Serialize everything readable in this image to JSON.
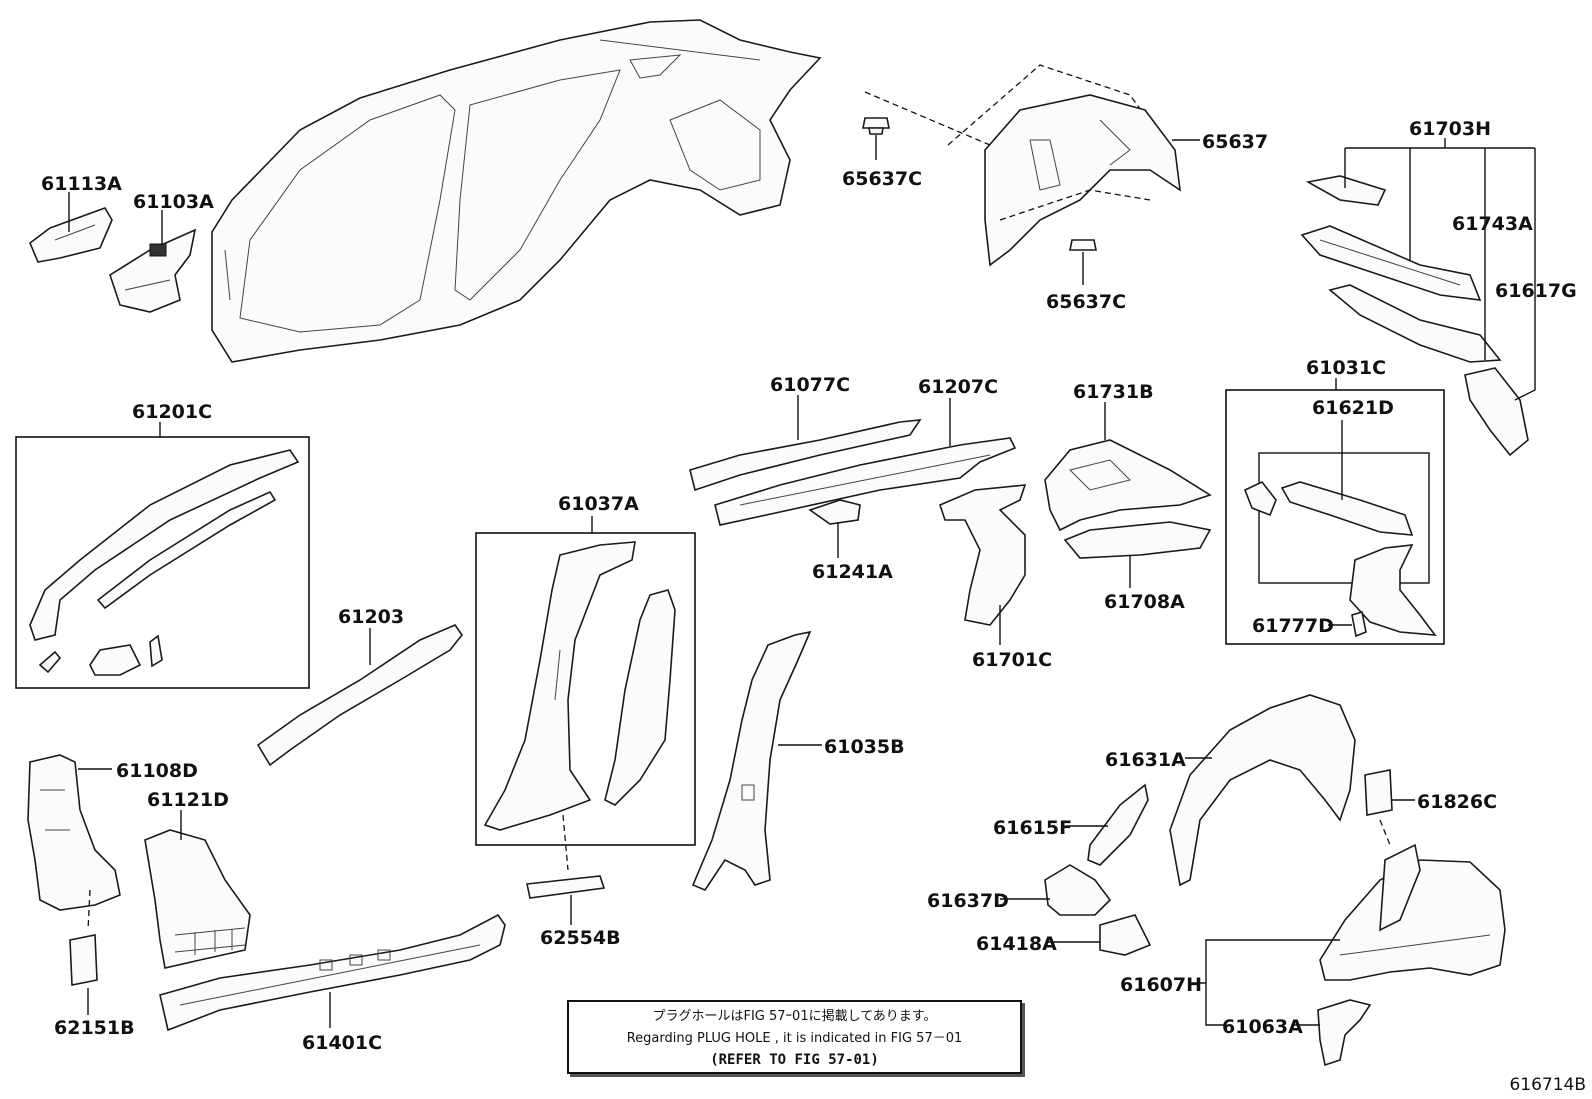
{
  "labels": {
    "p61113A": "61113A",
    "p61103A": "61103A",
    "p65637C_top": "65637C",
    "p65637": "65637",
    "p65637C_bottom": "65637C",
    "p61703H": "61703H",
    "p61743A": "61743A",
    "p61617G": "61617G",
    "p61201C": "61201C",
    "p61077C": "61077C",
    "p61207C": "61207C",
    "p61731B": "61731B",
    "p61031C": "61031C",
    "p61621D": "61621D",
    "p61037A": "61037A",
    "p61241A": "61241A",
    "p61708A": "61708A",
    "p61777D": "61777D",
    "p61203": "61203",
    "p61701C": "61701C",
    "p61035B": "61035B",
    "p61108D": "61108D",
    "p61121D": "61121D",
    "p61631A": "61631A",
    "p61826C": "61826C",
    "p61615F": "61615F",
    "p61637D": "61637D",
    "p61418A": "61418A",
    "p62554B": "62554B",
    "p61607H": "61607H",
    "p62151B": "62151B",
    "p61401C": "61401C",
    "p61063A": "61063A"
  },
  "note": {
    "line1": "プラグホールはFIG 57ｰ01に掲載してあります。",
    "line2": "Regarding  PLUG  HOLE , it is indicated in FIG  57－01",
    "line3": "(REFER TO FIG 57-01)"
  },
  "figure_id": "616714B"
}
